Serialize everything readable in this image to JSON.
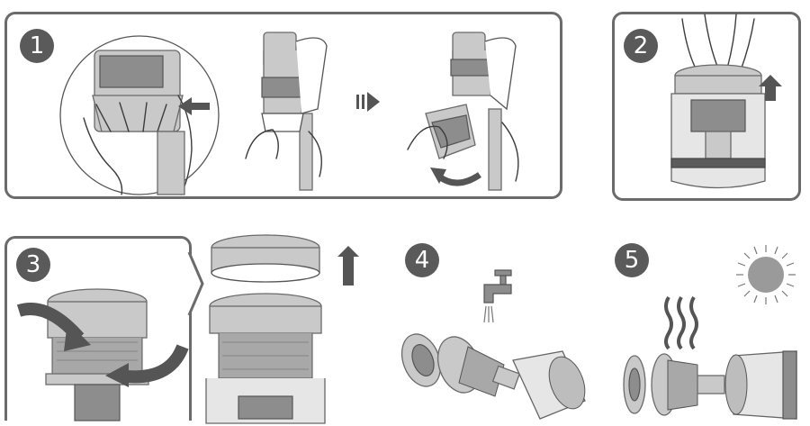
{
  "steps": [
    {
      "number": "1"
    },
    {
      "number": "2"
    },
    {
      "number": "3"
    },
    {
      "number": "4"
    },
    {
      "number": "5"
    }
  ],
  "colors": {
    "frame": "#6b6b6b",
    "badge": "#5a5a5a",
    "arrow": "#555555",
    "part_light": "#c9c9c9",
    "part_dark": "#8d8d8d"
  },
  "icons": [
    "hand-icon",
    "push-arrow-icon",
    "next-step-arrow-icon",
    "up-arrow-icon",
    "rotate-arrow-icon",
    "water-tap-icon",
    "heat-waves-icon",
    "sun-icon"
  ]
}
